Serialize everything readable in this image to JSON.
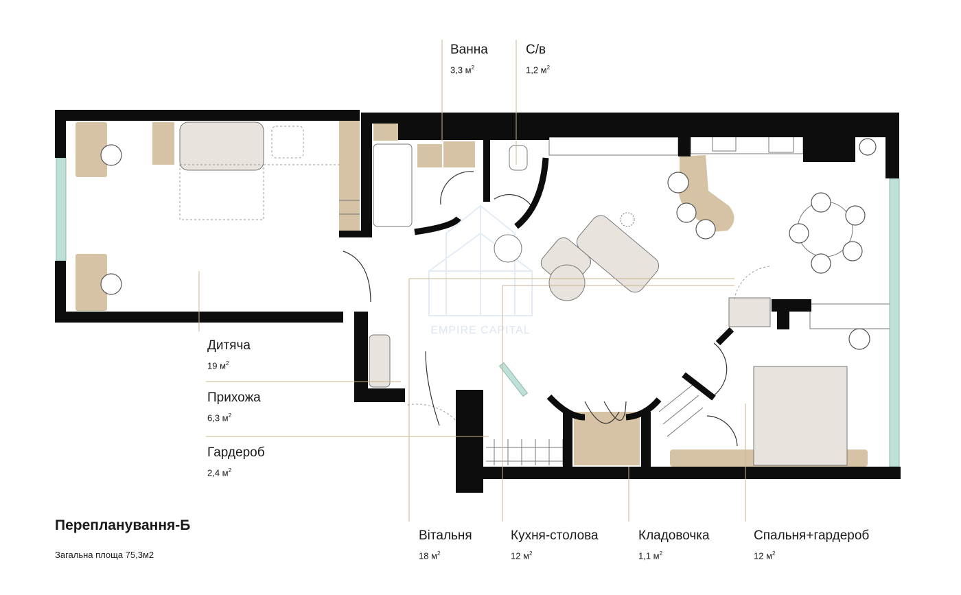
{
  "title": "Перепланування-Б",
  "total_area": "Загальна площа 75,3м2",
  "watermark": "EMPIRE CAPITAL",
  "rooms": [
    {
      "id": "bathroom",
      "name": "Ванна",
      "area": "3,3 м",
      "unit_sup": "2"
    },
    {
      "id": "wc",
      "name": "С/в",
      "area": "1,2 м",
      "unit_sup": "2"
    },
    {
      "id": "kids",
      "name": "Дитяча",
      "area": "19 м",
      "unit_sup": "2"
    },
    {
      "id": "hall",
      "name": "Прихожа",
      "area": "6,3 м",
      "unit_sup": "2"
    },
    {
      "id": "wardrobe",
      "name": "Гардероб",
      "area": "2,4 м",
      "unit_sup": "2"
    },
    {
      "id": "living",
      "name": "Вітальня",
      "area": "18 м",
      "unit_sup": "2"
    },
    {
      "id": "kitchen",
      "name": "Кухня-столова",
      "area": "12 м",
      "unit_sup": "2"
    },
    {
      "id": "pantry",
      "name": "Кладовочка",
      "area": "1,1 м",
      "unit_sup": "2"
    },
    {
      "id": "bedroom",
      "name": "Спальня+гардероб",
      "area": "12 м",
      "unit_sup": "2"
    }
  ],
  "colors": {
    "wall": "#0d0d0d",
    "furniture_wood": "#d6c2a5",
    "furniture_fabric": "#e8e3dc",
    "leader_line": "#c9b38f",
    "glass": "#bfe0d8",
    "watermark": "#e3ecf5"
  }
}
